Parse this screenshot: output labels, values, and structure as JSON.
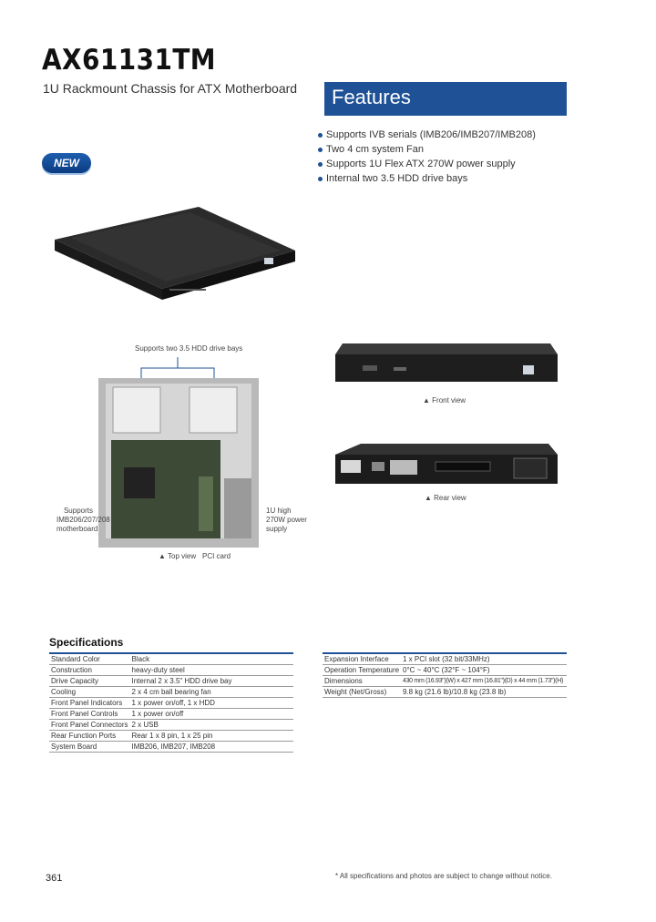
{
  "header": {
    "title": "AX61131TM",
    "subtitle": "1U Rackmount Chassis for ATX Motherboard",
    "badge": "NEW"
  },
  "features": {
    "heading": "Features",
    "items": [
      "Supports IVB serials (IMB206/IMB207/IMB208)",
      "Two 4 cm system Fan",
      "Supports 1U Flex ATX 270W power supply",
      "Internal two 3.5 HDD drive bays"
    ]
  },
  "images": {
    "front_view_caption": "▲ Front view",
    "rear_view_caption": "▲ Rear view",
    "top_view_caption": "▲ Top view",
    "pci_caption": "PCI card",
    "callout_hdd": "Supports two 3.5 HDD drive bays",
    "callout_board": "Supports IMB206/207/208 motherboard",
    "callout_psu": "1U high 270W power supply"
  },
  "specifications": {
    "heading": "Specifications",
    "left": [
      {
        "label": "Standard Color",
        "value": "Black"
      },
      {
        "label": "Construction",
        "value": "heavy-duty steel"
      },
      {
        "label": "Drive Capacity",
        "value": "Internal 2 x 3.5\" HDD drive bay"
      },
      {
        "label": "Cooling",
        "value": "2 x 4 cm ball bearing fan"
      },
      {
        "label": "Front Panel Indicators",
        "value": "1 x power on/off, 1 x HDD"
      },
      {
        "label": "Front Panel Controls",
        "value": "1 x power on/off"
      },
      {
        "label": "Front Panel Connectors",
        "value": "2 x USB"
      },
      {
        "label": "Rear Function Ports",
        "value": "Rear 1 x 8 pin, 1 x 25 pin"
      },
      {
        "label": "System Board",
        "value": "IMB206, IMB207, IMB208"
      }
    ],
    "right": [
      {
        "label": "Expansion Interface",
        "value": "1 x PCI slot (32 bit/33MHz)"
      },
      {
        "label": "Operation Temperature",
        "value": "0°C ~ 40°C (32°F ~ 104°F)"
      },
      {
        "label": "Dimensions",
        "value": "430 mm (16.93\")(W) x 427 mm (16.81\")(D) x 44 mm (1.73\")(H)"
      },
      {
        "label": "Weight (Net/Gross)",
        "value": "9.8 kg (21.6 lb)/10.8 kg (23.8 lb)"
      }
    ]
  },
  "footer": {
    "page_number": "361",
    "note": "* All specifications and photos are subject to change without notice."
  }
}
